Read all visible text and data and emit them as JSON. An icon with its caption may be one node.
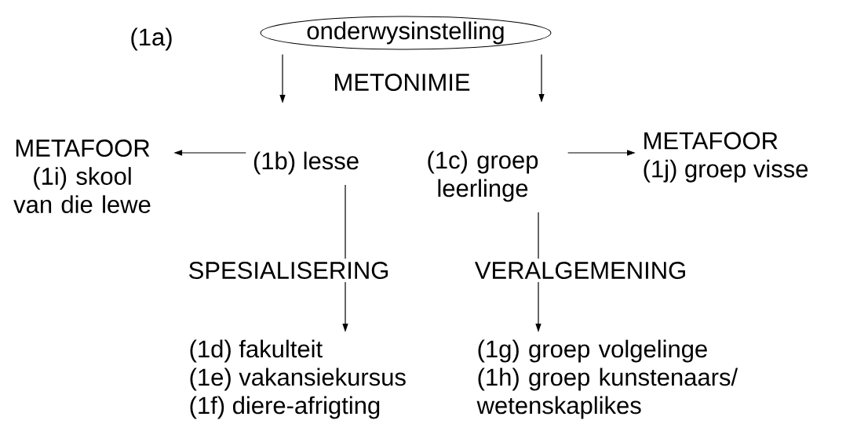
{
  "diagram": {
    "nodes": [
      {
        "text": [
          "onderwysinstelling"
        ],
        "beside": [
          "(1a)"
        ]
      },
      {
        "text": [
          "(1b) lesse"
        ]
      },
      {
        "text": [
          "(1c) groep leerlinge"
        ]
      },
      {
        "text": [
          "METAFOOR",
          "(1i) skool van die lewe"
        ]
      },
      {
        "text": [
          "METAFOOR",
          "(1j) groep visse"
        ]
      },
      {
        "text": [
          "(1d) fakulteit",
          "(1e) vakansiekursus",
          "(1f) diere-afrigting"
        ]
      },
      {
        "text": [
          "(1g) groep volgelinge",
          "(1h) groep kunstenaars/ wetenskaplikes"
        ]
      }
    ],
    "edges": [
      {
        "from": 0,
        "to": 1,
        "arrow": "to"
      },
      {
        "from": 0,
        "to": 2,
        "arrow": "to"
      },
      {
        "from": 1,
        "to": 3,
        "arrow": "to"
      },
      {
        "from": 2,
        "to": 4,
        "arrow": "to"
      },
      {
        "from": 1,
        "to": 5,
        "arrow": "to",
        "label": "SPESIALISERING"
      },
      {
        "from": 2,
        "to": 6,
        "arrow": "to",
        "label": "VERALGEMENING"
      }
    ],
    "labels": [
      "METONIMIE"
    ]
  }
}
